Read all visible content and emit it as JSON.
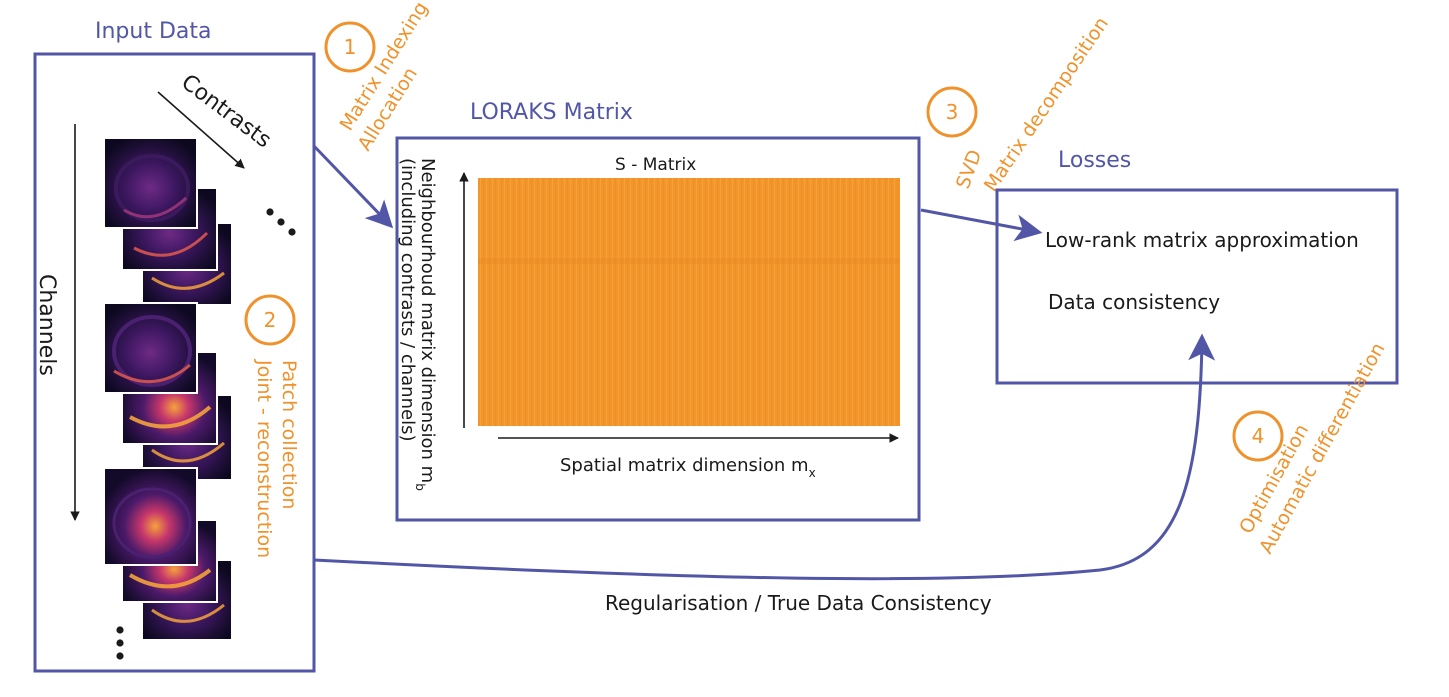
{
  "titles": {
    "input_data": "Input Data",
    "loraks_matrix": "LORAKS Matrix",
    "losses": "Losses"
  },
  "input_panel": {
    "contrasts_label": "Contrasts",
    "channels_label": "Channels"
  },
  "matrix": {
    "title": "S - Matrix",
    "x_axis_label": "Spatial matrix dimension m",
    "x_axis_sub": "x",
    "y_axis_line1": "Neighbourhoud matrix dimension m",
    "y_axis_sub": "b",
    "y_axis_line2": "(including contrasts / channels)"
  },
  "losses": {
    "item1": "Low-rank matrix approximation",
    "item2": "Data consistency"
  },
  "steps": [
    {
      "number": "1",
      "line1": "Matrix Indexing",
      "line2": "Allocation"
    },
    {
      "number": "2",
      "line1": "Patch collection",
      "line2": "Joint - reconstruction"
    },
    {
      "number": "3",
      "line1": "SVD",
      "line2": "Matrix decomposition"
    },
    {
      "number": "4",
      "line1": "Optimisation",
      "line2": "Automatic differentiation"
    }
  ],
  "bottom_label": "Regularisation / True Data Consistency",
  "colors": {
    "accent_purple": "#5256a6",
    "accent_orange": "#f0922b",
    "matrix_fill": "#f2962c"
  }
}
